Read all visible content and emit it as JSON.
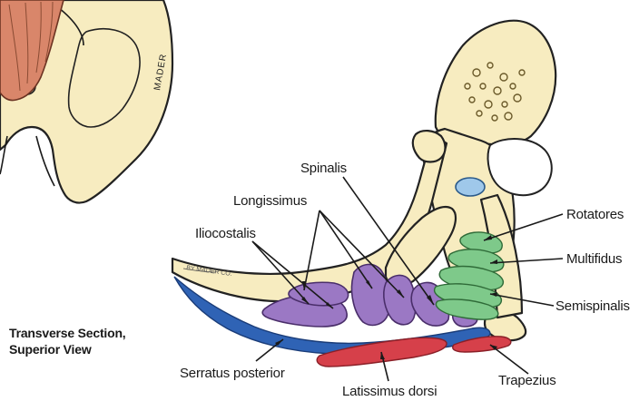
{
  "caption": {
    "line1": "Transverse Section,",
    "line2": "Superior View"
  },
  "signature": "MADER",
  "labels": {
    "spinalis": "Spinalis",
    "longissimus": "Longissimus",
    "iliocostalis": "Iliocostalis",
    "rotatores": "Rotatores",
    "multifidus": "Multifidus",
    "semispinalis": "Semispinalis",
    "serratus_posterior": "Serratus posterior",
    "latissimus_dorsi": "Latissimus dorsi",
    "trapezius": "Trapezius"
  },
  "colors": {
    "bone": "#f7ecc0",
    "erector_spinae": "#9b78c4",
    "transversospinalis": "#7ec98a",
    "serratus_posterior": "#2f63b5",
    "latissimus_trapezius": "#d6404a",
    "upper_muscle": "#d9866a",
    "vertebral_foramen_fill": "#9fc8ea"
  }
}
